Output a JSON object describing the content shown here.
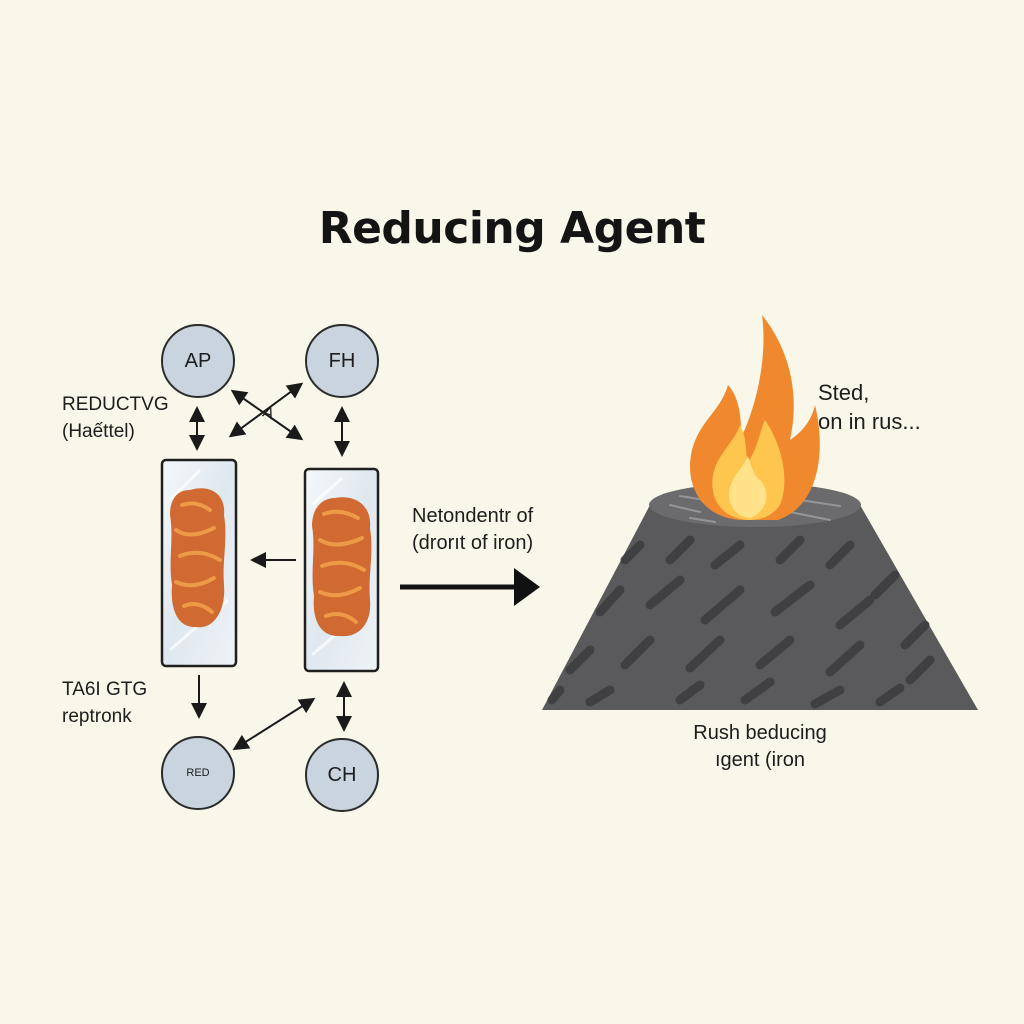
{
  "diagram": {
    "title": "Reducing Agent",
    "nodes": {
      "top_left": "AP",
      "top_right": "FH",
      "bottom_left": "RED",
      "bottom_right": "CH"
    },
    "labels": {
      "left_top": [
        "REDUCTVG",
        "(Haếttel)"
      ],
      "left_bottom": [
        "TA6I GTG",
        "reptronk"
      ],
      "cross_arrow_mark": "A",
      "middle": [
        "Netondentr of",
        "(drorıt of iron)"
      ],
      "flame_note": [
        "Sted,",
        "on in rus..."
      ],
      "mound_caption": [
        "Rush beducing",
        "ıgent (iron"
      ]
    },
    "colors": {
      "background": "#f8f7e9",
      "node_fill": "#c9d4df",
      "sample_fill": "#d06a32",
      "mound": "#5a5a5c",
      "flame_outer": "#f0892e",
      "flame_inner": "#ffe28a"
    }
  }
}
